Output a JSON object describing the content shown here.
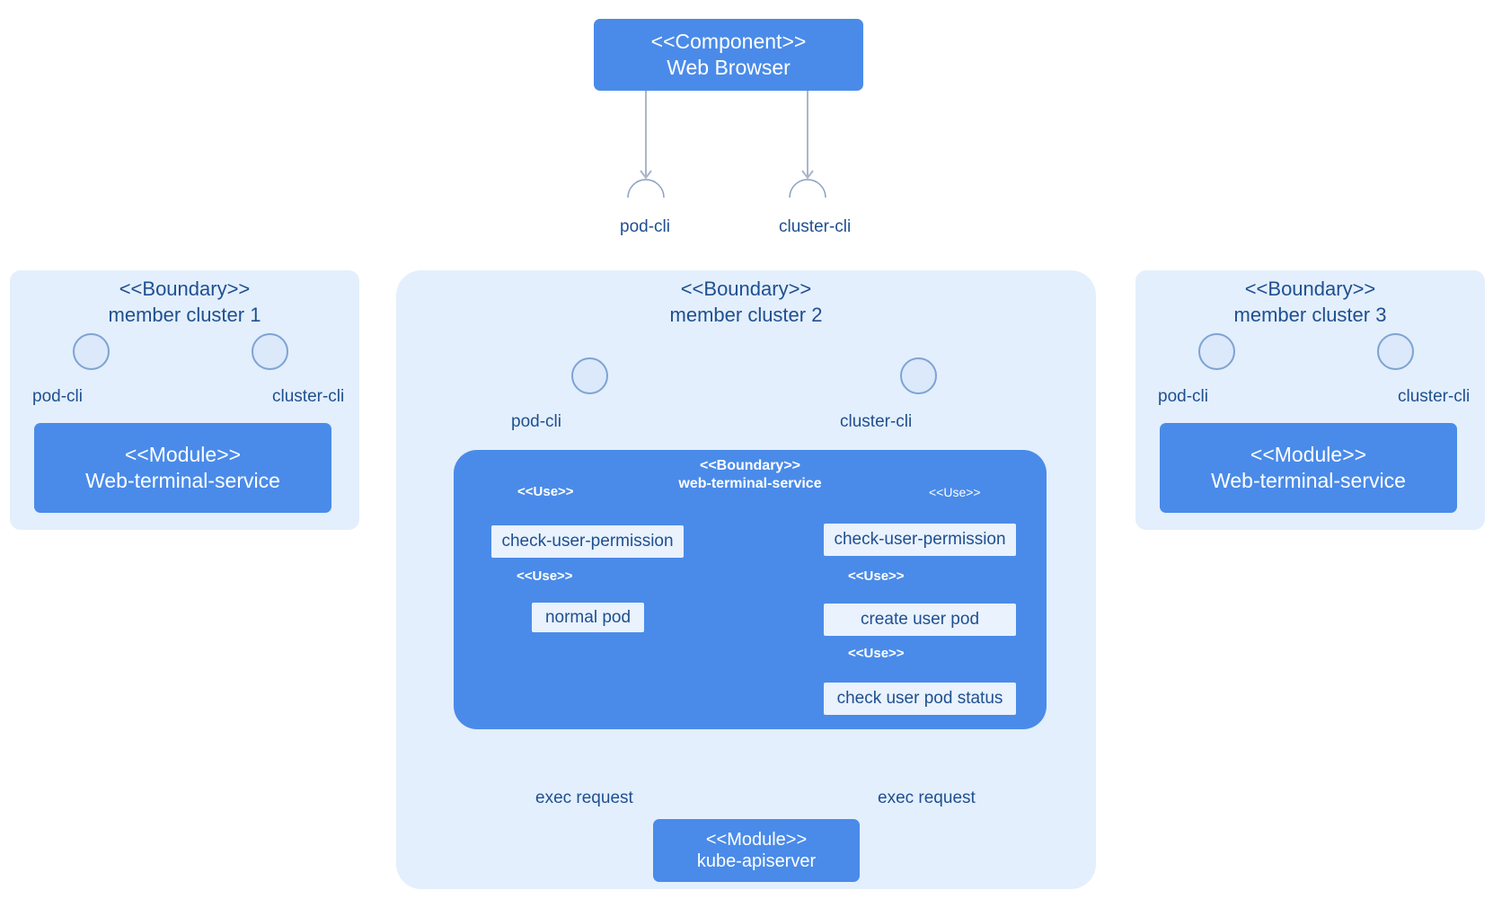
{
  "browser": {
    "stereotype": "<<Component>>",
    "name": "Web Browser"
  },
  "interfaces": {
    "pod_cli": "pod-cli",
    "cluster_cli": "cluster-cli"
  },
  "cluster1": {
    "stereotype": "<<Boundary>>",
    "name": "member cluster 1",
    "pod_cli": "pod-cli",
    "cluster_cli": "cluster-cli",
    "module_stereotype": "<<Module>>",
    "module_name": "Web-terminal-service"
  },
  "cluster2": {
    "stereotype": "<<Boundary>>",
    "name": "member cluster 2",
    "pod_cli": "pod-cli",
    "cluster_cli": "cluster-cli",
    "inner": {
      "stereotype": "<<Boundary>>",
      "name": "web-terminal-service",
      "use_label": "<<Use>>",
      "left_steps": [
        "check-user-permission",
        "normal pod"
      ],
      "right_steps": [
        "check-user-permission",
        "create user pod",
        "check user pod status"
      ]
    },
    "exec_left": "exec request",
    "exec_right": "exec request",
    "apiserver_stereotype": "<<Module>>",
    "apiserver_name": "kube-apiserver"
  },
  "cluster3": {
    "stereotype": "<<Boundary>>",
    "name": "member cluster 3",
    "pod_cli": "pod-cli",
    "cluster_cli": "cluster-cli",
    "module_stereotype": "<<Module>>",
    "module_name": "Web-terminal-service"
  },
  "colors": {
    "module_blue": "#4a8be9",
    "boundary_bg": "#e3effc",
    "text_blue": "#1f4f91",
    "line_gray": "#a9b6c8"
  }
}
